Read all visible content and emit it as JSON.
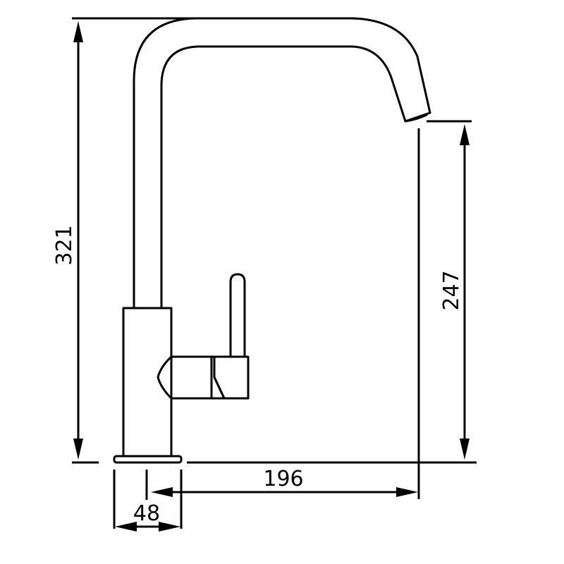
{
  "drawing": {
    "subject": "kitchen tap side elevation",
    "line_color": "#000000",
    "background": "#ffffff"
  },
  "dimensions": {
    "overall_height": "321",
    "spout_height": "247",
    "spout_reach": "196",
    "base_width": "48"
  }
}
